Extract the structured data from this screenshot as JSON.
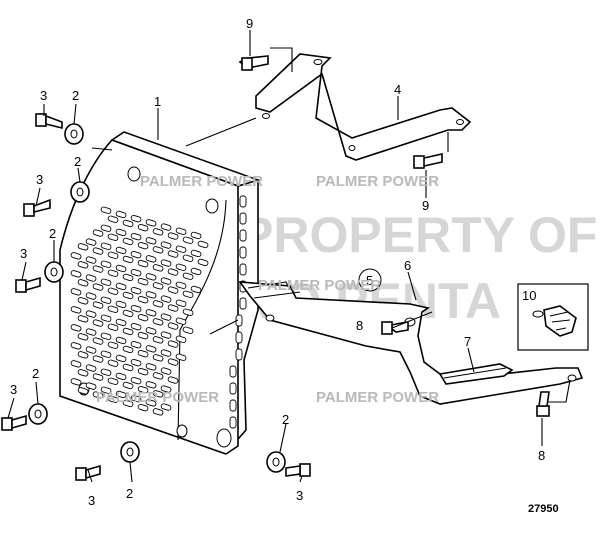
{
  "diagram": {
    "part_number": "27950",
    "callouts": {
      "c1": "1",
      "c2a": "2",
      "c2b": "2",
      "c2c": "2",
      "c2d": "2",
      "c2e": "2",
      "c2f": "2",
      "c3a": "3",
      "c3b": "3",
      "c3c": "3",
      "c3d": "3",
      "c3e": "3",
      "c3f": "3",
      "c4": "4",
      "c5": "5",
      "c6": "6",
      "c7": "7",
      "c8a": "8",
      "c8b": "8",
      "c9a": "9",
      "c9b": "9",
      "c10": "10"
    },
    "watermarks": {
      "wm1": "PALMER POWER",
      "wm2": "PALMER POWER",
      "wm3": "PALMER POWER",
      "wm4": "PALMER POWER",
      "wm5": "PALMER POWER",
      "big1": "PROPERTY OF",
      "big2": "VOLVO PENTA"
    }
  }
}
